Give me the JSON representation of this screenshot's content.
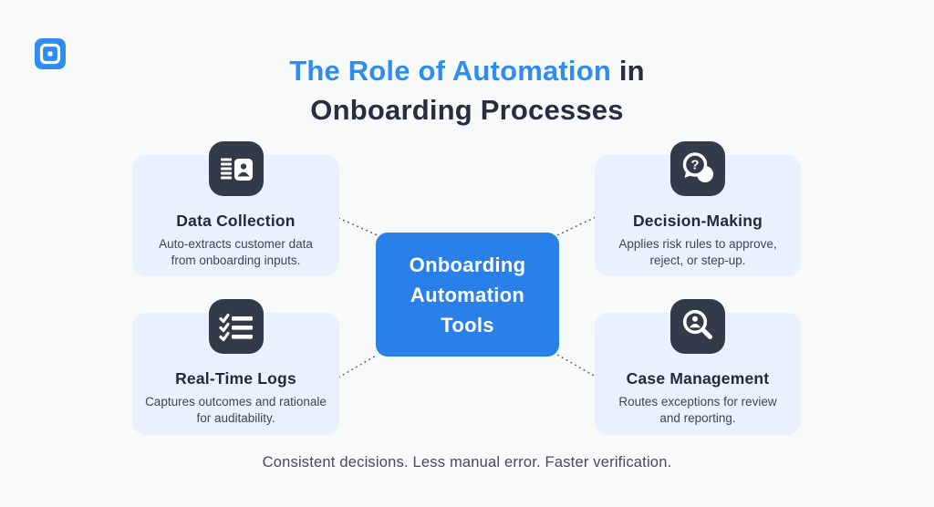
{
  "header": {
    "title_highlight": "The Role of Automation",
    "title_tail": " in",
    "title_line2": "Onboarding Processes"
  },
  "center_node": {
    "lines": [
      "Onboarding",
      "Automation",
      "Tools"
    ]
  },
  "cards": [
    {
      "title": "Data Collection",
      "description": "Auto-extracts customer data from onboarding inputs.",
      "icon": "id-card-icon"
    },
    {
      "title": "Decision-Making",
      "description": "Applies risk rules to approve, reject, or step-up.",
      "icon": "chat-question-icon"
    },
    {
      "title": "Real-Time Logs",
      "description": "Captures outcomes and rationale for auditability.",
      "icon": "checklist-icon"
    },
    {
      "title": "Case Management",
      "description": "Routes exceptions for review and reporting.",
      "icon": "search-person-icon"
    }
  ],
  "footer": {
    "caption": "Consistent decisions. Less manual error. Faster verification."
  },
  "icons": {
    "logo": "nested-square-logo",
    "question_mark_glyph": "?"
  },
  "colors": {
    "background": "#f8f9f9",
    "title_accent": "#2e8cf2",
    "title_dark": "#272e3f",
    "card_background": "#e8f1fd",
    "icon_background": "#333a49",
    "center_node_blue": "#2a80e9",
    "connector_gray": "#565c68",
    "body_text": "#3e4556"
  }
}
